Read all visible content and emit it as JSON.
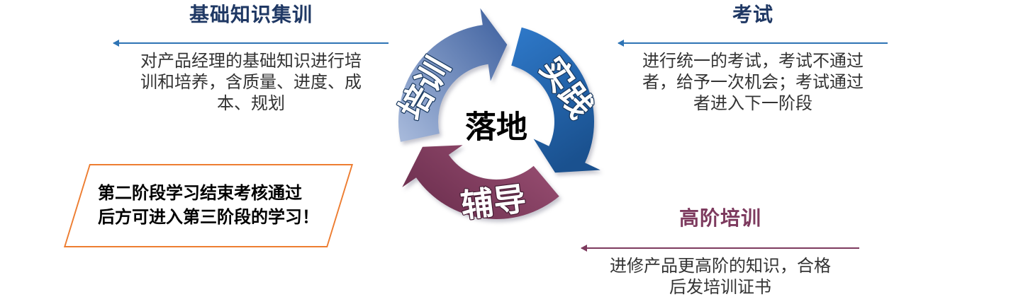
{
  "cycle": {
    "center_label": "落地",
    "segments": [
      {
        "id": "training",
        "label": "培训",
        "color_from": "#A9BBDC",
        "color_to": "#3C5F9E"
      },
      {
        "id": "practice",
        "label": "实践",
        "color_from": "#2E78C8",
        "color_to": "#1A518F"
      },
      {
        "id": "coaching",
        "label": "辅导",
        "color_from": "#9E5276",
        "color_to": "#6E3050"
      }
    ]
  },
  "sections": [
    {
      "id": "basic-training",
      "title": "基础知识集训",
      "body": "对产品经理的基础知识进行培训和培养，含质量、进度、成本、规划",
      "accent": "#2E74B5"
    },
    {
      "id": "exam",
      "title": "考试",
      "body": "进行统一的考试，考试不通过者，给予一次机会；考试通过者进入下一阶段",
      "accent": "#2E74B5"
    },
    {
      "id": "advanced-training",
      "title": "高阶培训",
      "body": "进修产品更高阶的知识，合格后发培训证书",
      "accent": "#7D3A5E"
    }
  ],
  "note": {
    "lines": [
      "第二阶段学习结束考核通过",
      "后方可进入第三阶段的学习！"
    ],
    "border_color": "#ED7D31"
  },
  "colors": {
    "title_blue": "#1F3864",
    "title_maroon": "#7D3A5E",
    "body_text": "#333333"
  }
}
